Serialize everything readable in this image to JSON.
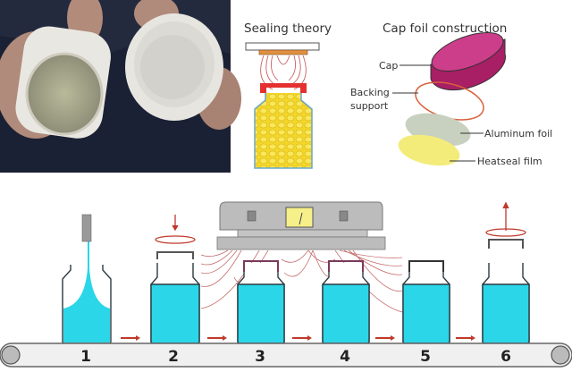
{
  "photo": {
    "description": "Hands holding a bottle with foil seal and an open cap"
  },
  "sealing_theory": {
    "title": "Sealing theory"
  },
  "cap_foil": {
    "title": "Cap foil construction",
    "layers": [
      "Cap",
      "Backing support",
      "Aluminum foil",
      "Heatseal film"
    ],
    "labels": {
      "cap": "Cap",
      "backing1": "Backing",
      "backing2": "support",
      "aluminum": "Aluminum foil",
      "heatseal": "Heatseal film"
    },
    "colors": {
      "cap": "#c2267a",
      "backing": "#d9603a",
      "aluminum": "#c8d0c0",
      "heatseal": "#f3ec7a"
    }
  },
  "conveyor": {
    "steps": [
      "1",
      "2",
      "3",
      "4",
      "5",
      "6"
    ],
    "liquid_color": "#2ad6e8",
    "arrow_color": "#c0392b"
  }
}
